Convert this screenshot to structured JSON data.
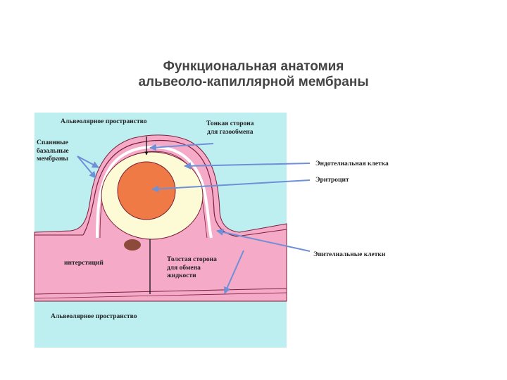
{
  "title": {
    "line1": "Функциональная анатомия",
    "line2": "альвеоло-капиллярной мембраны"
  },
  "labels": {
    "alveolar_space_top": "Альвеолярное пространство",
    "thin_side": [
      "Тонкая сторона",
      "для газообмена"
    ],
    "fused_membranes": [
      "Спаянные",
      "базальные",
      "мембраны"
    ],
    "endothelial_cell": "Эндотелиальная клетка",
    "erythrocyte": "Эритроцит",
    "epithelial_cells": "Эпителиальные клетки",
    "interstitium": "интерстиций",
    "thick_side": [
      "Толстая сторона",
      "для обмена",
      "жидкости"
    ],
    "alveolar_space_bottom": "Альвеолярное пространство"
  },
  "colors": {
    "alveolar_space": "#bdeef0",
    "epithelium": "#f5aac8",
    "membrane_outline": "#7a1f3a",
    "capillary_plasma": "#fdfbd6",
    "erythrocyte": "#f07a45",
    "arrow": "#6f8fd6",
    "nucleus": "#8b4a3a"
  }
}
